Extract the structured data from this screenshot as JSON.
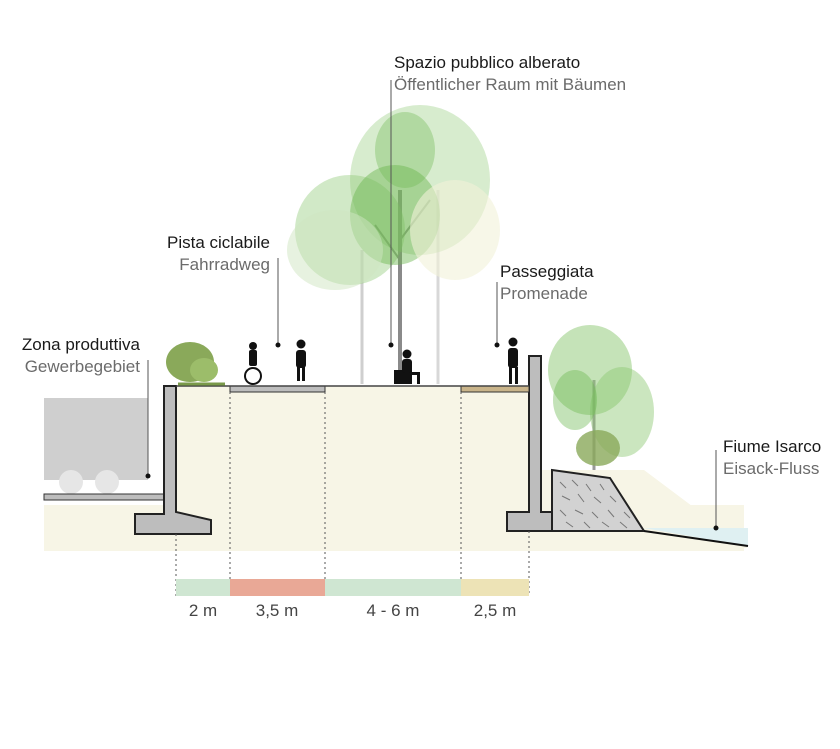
{
  "labels": {
    "public_space": {
      "it": "Spazio pubblico alberato",
      "de": "Öffentlicher Raum mit Bäumen"
    },
    "bike_path": {
      "it": "Pista ciclabile",
      "de": "Fahrradweg"
    },
    "promenade": {
      "it": "Passeggiata",
      "de": "Promenade"
    },
    "industrial_zone": {
      "it": "Zona produttiva",
      "de": "Gewerbegebiet"
    },
    "river": {
      "it": "Fiume Isarco",
      "de": "Eisack-Fluss"
    }
  },
  "widths": [
    {
      "label": "2 m",
      "color": "#cfe6d2"
    },
    {
      "label": "3,5 m",
      "color": "#e9a896"
    },
    {
      "label": "4 - 6 m",
      "color": "#cfe6d2"
    },
    {
      "label": "2,5 m",
      "color": "#ede3b6"
    }
  ],
  "colors": {
    "ground": "#f7f5e6",
    "wall": "#bdbdbd",
    "foliage": "#8cc872",
    "water": "#dff0f2"
  }
}
